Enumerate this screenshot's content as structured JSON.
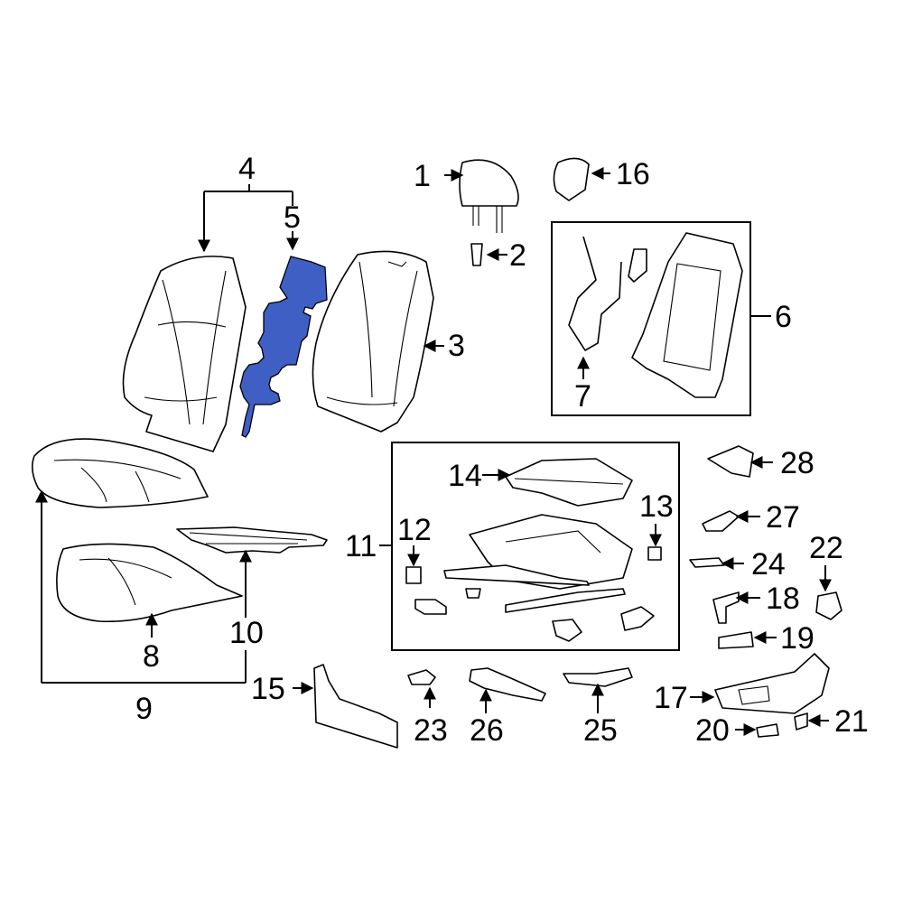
{
  "labels": {
    "l1": "1",
    "l2": "2",
    "l3": "3",
    "l4": "4",
    "l5": "5",
    "l6": "6",
    "l7": "7",
    "l8": "8",
    "l9": "9",
    "l10": "10",
    "l11": "11",
    "l12": "12",
    "l13": "13",
    "l14": "14",
    "l15": "15",
    "l16": "16",
    "l17": "17",
    "l18": "18",
    "l19": "19",
    "l20": "20",
    "l21": "21",
    "l22": "22",
    "l23": "23",
    "l24": "24",
    "l25": "25",
    "l26": "26",
    "l27": "27",
    "l28": "28"
  },
  "colors": {
    "highlight": "#3f5fc4",
    "line": "#000000",
    "background": "#ffffff"
  }
}
